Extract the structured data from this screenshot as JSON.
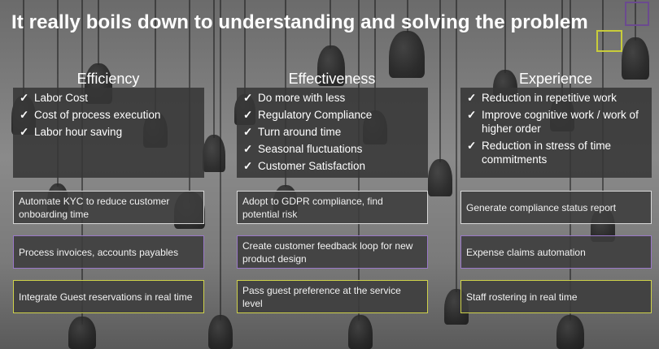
{
  "title": "It really boils down to understanding and solving the problem",
  "columns": [
    {
      "heading": "Efficiency",
      "bullets": [
        "Labor Cost",
        "Cost of process execution",
        "Labor hour saving"
      ],
      "cards": [
        "Automate KYC to reduce customer onboarding time",
        "Process invoices, accounts payables",
        "Integrate Guest reservations in real time"
      ]
    },
    {
      "heading": "Effectiveness",
      "bullets": [
        "Do more with less",
        "Regulatory Compliance",
        "Turn around time",
        "Seasonal fluctuations",
        "Customer Satisfaction"
      ],
      "cards": [
        "Adopt to GDPR compliance, find potential risk",
        "Create customer feedback loop for new product design",
        "Pass guest preference at the service level"
      ]
    },
    {
      "heading": "Experience",
      "bullets": [
        "Reduction in repetitive work",
        "Improve cognitive work / work of higher order",
        "Reduction in stress of time commitments"
      ],
      "cards": [
        "Generate compliance status report",
        "Expense claims automation",
        "Staff rostering in real time"
      ]
    }
  ],
  "check_glyph": "✓",
  "colors": {
    "border_white": "#d8d8d8",
    "border_purple": "#9a78c8",
    "border_yellow": "#cfd24a",
    "deco_purple": "#6b4a8f",
    "deco_yellow": "#c8cc3a"
  }
}
